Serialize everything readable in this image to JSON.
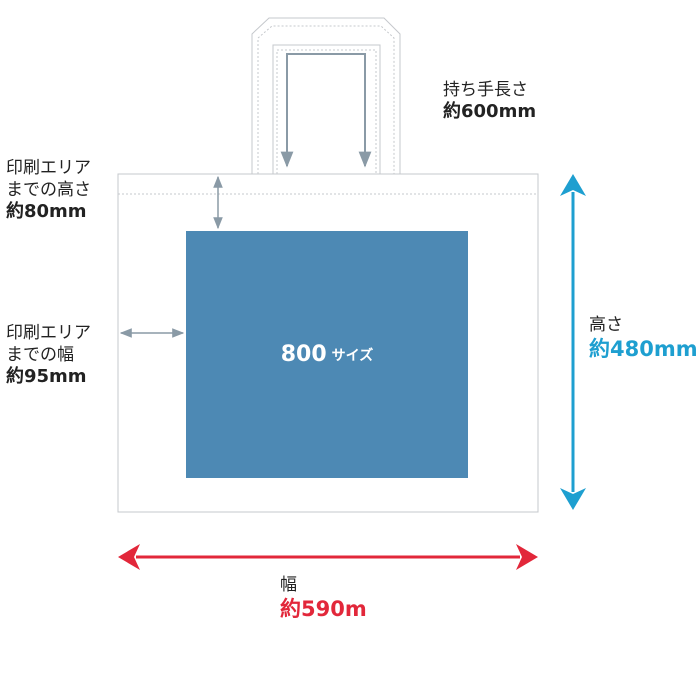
{
  "colors": {
    "print_area": "#4d89b4",
    "bag_outline": "#c5c8cc",
    "handle_arrow": "#8a9aa6",
    "height_accent": "#1e9fd0",
    "width_accent": "#e2273a",
    "text": "#222222"
  },
  "print_area": {
    "size_number": "800",
    "size_unit": "サイズ"
  },
  "handle_length": {
    "label": "持ち手長さ",
    "value": "約600mm"
  },
  "print_top_distance": {
    "line1": "印刷エリア",
    "line2": "までの高さ",
    "value": "約80mm"
  },
  "print_side_distance": {
    "line1": "印刷エリア",
    "line2": "までの幅",
    "value": "約95mm"
  },
  "bag_height": {
    "label": "高さ",
    "value": "約480mm"
  },
  "bag_width": {
    "label": "幅",
    "value": "約590m"
  }
}
